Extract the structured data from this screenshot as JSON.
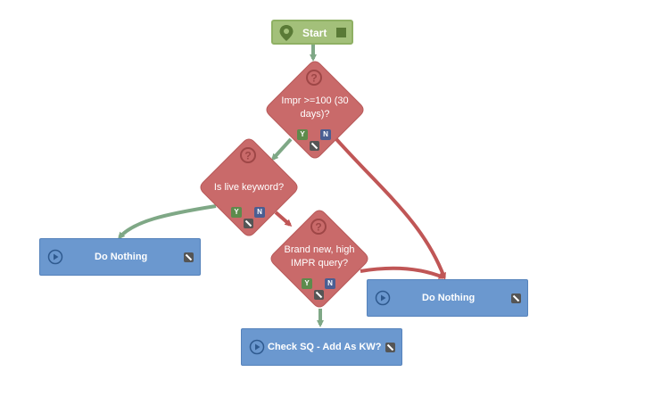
{
  "flow": {
    "start": {
      "label": "Start",
      "color": "#a3c07a"
    },
    "decisions": [
      {
        "label": "Impr >=100 (30 days)?",
        "yes": "Y",
        "no": "N"
      },
      {
        "label": "Is live keyword?",
        "yes": "Y",
        "no": "N"
      },
      {
        "label": "Brand new, high IMPR query?",
        "yes": "Y",
        "no": "N"
      }
    ],
    "actions": [
      {
        "label": "Do Nothing"
      },
      {
        "label": "Do Nothing"
      },
      {
        "label": "Check SQ - Add As KW?"
      }
    ],
    "colors": {
      "decision": "#c96a6a",
      "action": "#6b98cf",
      "yes_edge": "#7fa886",
      "no_edge": "#c05656"
    }
  }
}
